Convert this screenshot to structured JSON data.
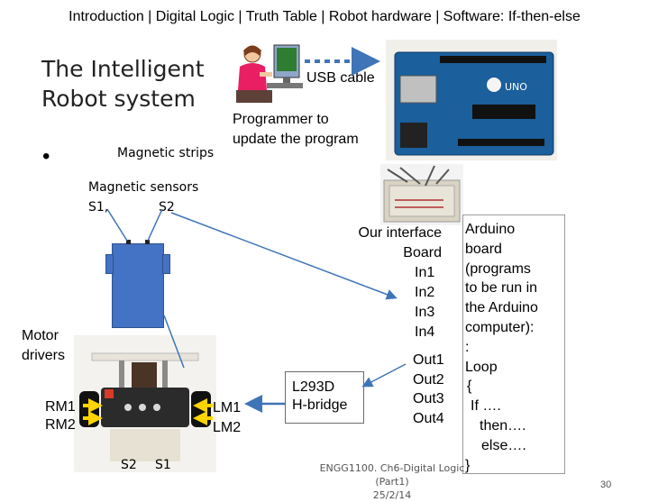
{
  "nav": {
    "text": "Introduction | Digital Logic | Truth Table | Robot hardware | Software: If-then-else"
  },
  "title": {
    "line1": "The Intelligent",
    "line2": "Robot system"
  },
  "bullet": "•",
  "labels": {
    "magnetic_strips": "Magnetic strips",
    "usb_cable": "USB cable",
    "programmer_line1": "Programmer to",
    "programmer_line2": "update the program",
    "magnetic_sensors": "Magnetic sensors",
    "s1_top": "S1,",
    "s2_top": "S2",
    "interface_line1": "Our interface",
    "interface_line2": "Board",
    "motor_drivers_line1": "Motor",
    "motor_drivers_line2": "drivers",
    "rm1": "RM1",
    "rm2": "RM2",
    "lm1": "LM1",
    "lm2": "LM2",
    "s2_bottom": "S2",
    "s1_bottom": "S1",
    "hbridge_line1": "L293D",
    "hbridge_line2": "H-bridge"
  },
  "inputs": [
    "In1",
    "In2",
    "In3",
    "In4"
  ],
  "outputs": [
    "Out1",
    "Out2",
    "Out3",
    "Out4"
  ],
  "arduino_text": [
    "Arduino",
    "board",
    "(programs",
    "to be run in",
    "the Arduino",
    "computer):",
    ":",
    "Loop",
    "{",
    "If ….",
    "then….",
    "else….",
    "}"
  ],
  "footer": {
    "line1": "ENGG1100. Ch6-Digital Logic (Part1)",
    "line2": "25/2/14"
  },
  "page_number": "30",
  "colors": {
    "arrow_blue": "#3f74b8",
    "robot_body": "#4472c4",
    "robot_border": "#2f528f"
  }
}
